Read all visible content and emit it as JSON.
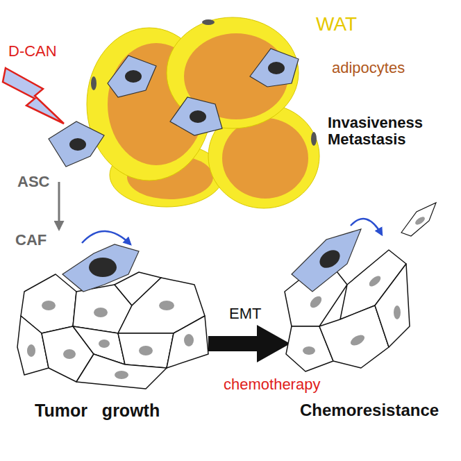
{
  "diagram": {
    "labels": [
      "D-CAN",
      "WAT",
      "adipocytes",
      "ASC",
      "CAF",
      "Invasiveness Metastasis",
      "EMT",
      "chemotherapy",
      "Tumor growth",
      "Chemoresistance"
    ]
  }
}
